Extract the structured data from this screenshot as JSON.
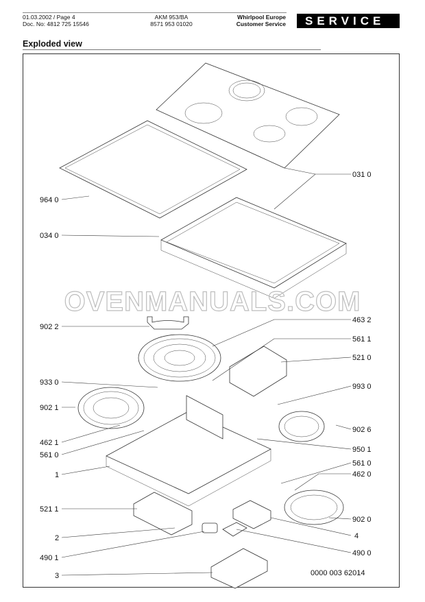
{
  "header": {
    "date_page": "01.03.2002 / Page 4",
    "doc_no": "Doc. No: 4812 725 15546",
    "model": "AKM 953/BA",
    "model_no": "8571 953 01020",
    "company": "Whirlpool Europe",
    "department": "Customer Service",
    "service_badge": "SERVICE"
  },
  "page_title": "Exploded view",
  "watermark": "OVENMANUALS.COM",
  "callouts_left": [
    "964 0",
    "034 0",
    "902 2",
    "933 0",
    "902 1",
    "462 1",
    "561 0",
    "1",
    "521 1",
    "2",
    "490 1",
    "3"
  ],
  "callouts_right": [
    "031 0",
    "463 2",
    "561 1",
    "521 0",
    "993 0",
    "902 6",
    "950 1",
    "561 0",
    "462 0",
    "902 0",
    "4",
    "490 0"
  ],
  "drawing_number": "0000 003 62014"
}
